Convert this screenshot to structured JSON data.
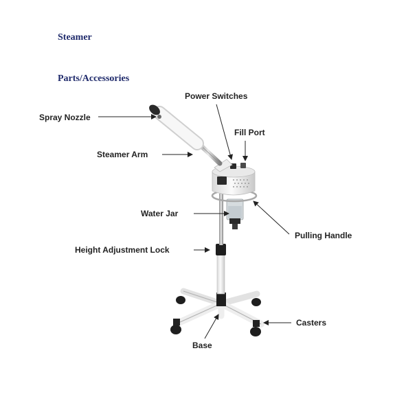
{
  "title": "Steamer",
  "subtitle": "Parts/Accessories",
  "colors": {
    "heading": "#1f2a6b",
    "label": "#222222",
    "device_white": "#f3f3f3",
    "device_black": "#1e1e1e",
    "device_chrome": "#b9b9b9"
  },
  "labels": {
    "spray_nozzle": "Spray Nozzle",
    "power_switches": "Power Switches",
    "fill_port": "Fill Port",
    "steamer_arm": "Steamer Arm",
    "water_jar": "Water Jar",
    "pulling_handle": "Pulling Handle",
    "height_lock": "Height Adjustment Lock",
    "casters": "Casters",
    "base": "Base"
  }
}
